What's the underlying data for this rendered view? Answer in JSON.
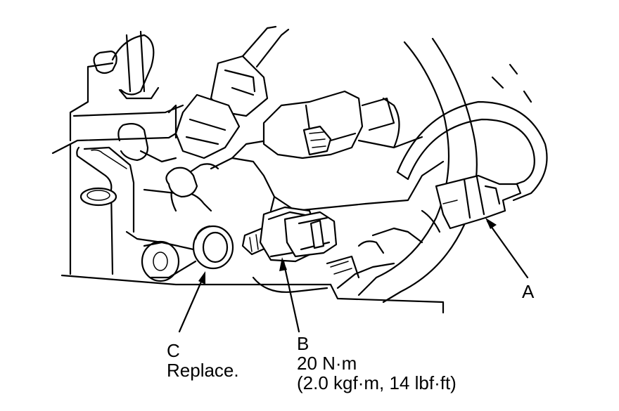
{
  "callouts": {
    "a": {
      "letter": "A"
    },
    "b": {
      "letter": "B",
      "torque": "20 N·m",
      "torque_alt": "(2.0 kgf·m, 14 lbf·ft)"
    },
    "c": {
      "letter": "C",
      "note": "Replace."
    }
  },
  "colors": {
    "ink": "#000000",
    "paper": "#ffffff"
  }
}
